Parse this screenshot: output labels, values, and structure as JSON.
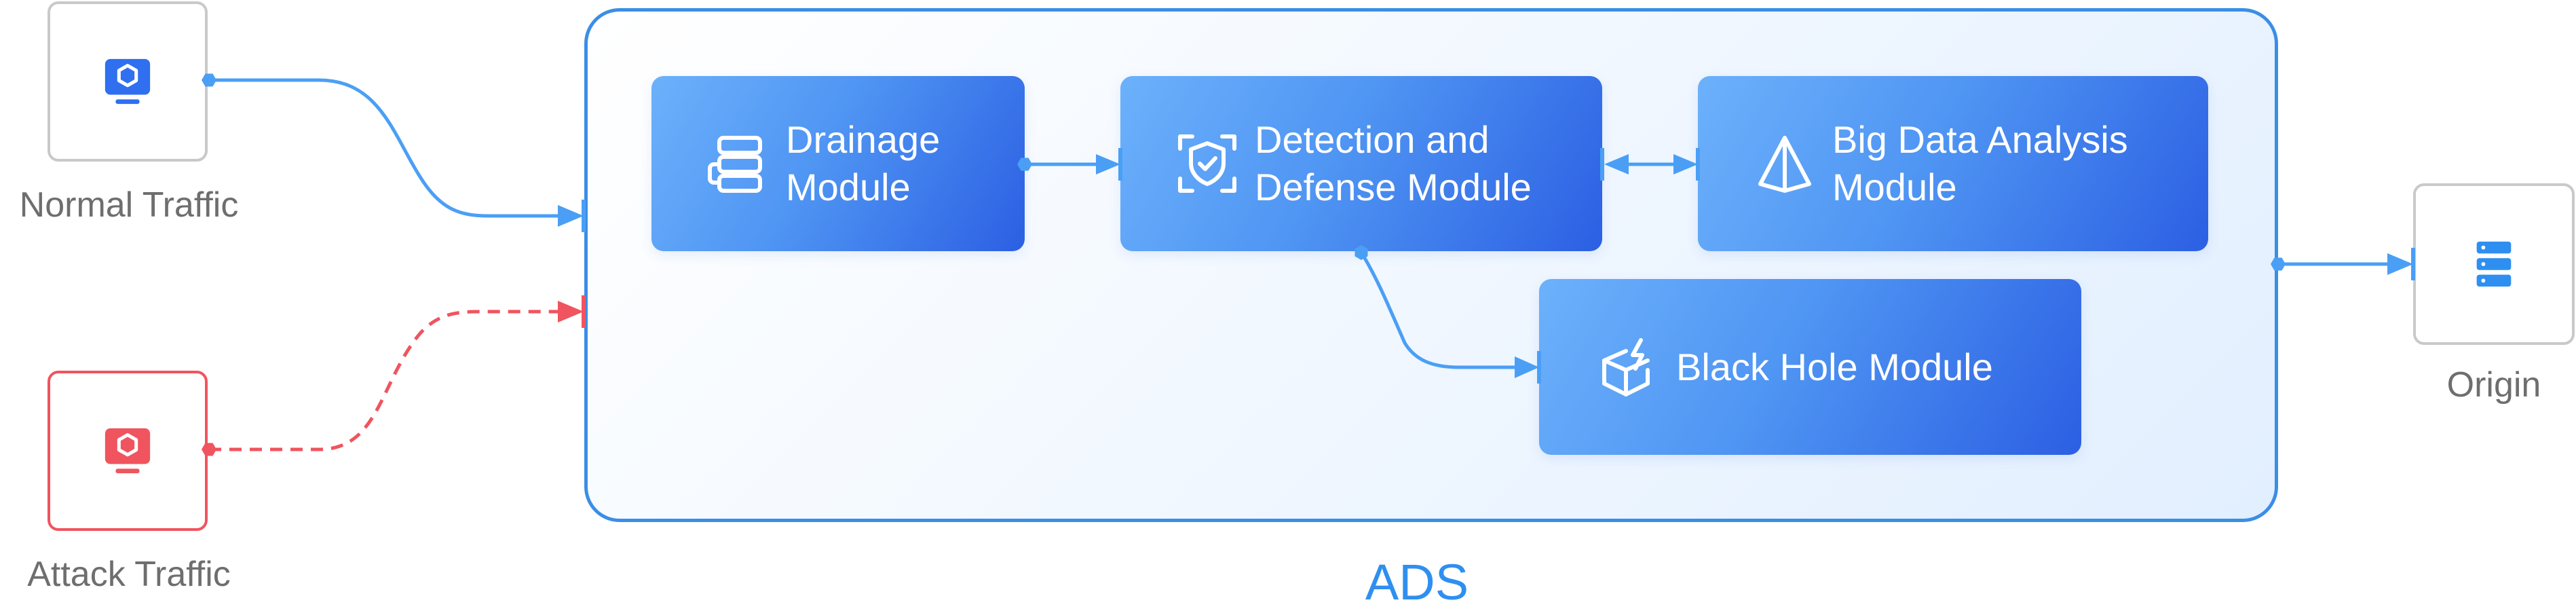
{
  "sources": {
    "normal": {
      "label": "Normal Traffic",
      "icon": "monitor-icon",
      "color": "#2f6ff0"
    },
    "attack": {
      "label": "Attack Traffic",
      "icon": "monitor-icon",
      "color": "#f0545e"
    }
  },
  "ads": {
    "label": "ADS",
    "border_color": "#3a8ee6",
    "modules": {
      "drainage": {
        "label": "Drainage\nModule",
        "icon": "server-stack-icon"
      },
      "detection": {
        "label": "Detection and\nDefense Module",
        "icon": "shield-scan-icon"
      },
      "bigdata": {
        "label": "Big Data Analysis\nModule",
        "icon": "pyramid-icon"
      },
      "blackhole": {
        "label": "Black Hole Module",
        "icon": "box-lightning-icon"
      }
    }
  },
  "origin": {
    "label": "Origin",
    "icon": "server-icon",
    "color": "#2f8ff0"
  },
  "colors": {
    "normal_flow": "#4a9ff5",
    "attack_flow": "#f0545e",
    "module_gradient_start": "#6cb1fb",
    "module_gradient_end": "#2c5fe3"
  }
}
